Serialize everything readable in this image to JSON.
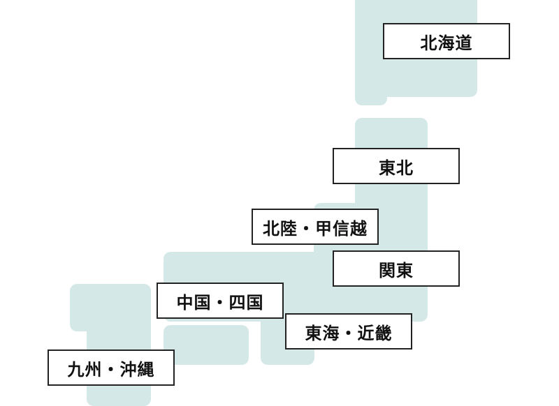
{
  "map": {
    "land_color": "#d5e8e8",
    "label_border_color": "#222222",
    "label_background": "#ffffff"
  },
  "regions": {
    "hokkaido": "北海道",
    "tohoku": "東北",
    "hokuriku_koshinetsu": "北陸・甲信越",
    "kanto": "関東",
    "chugoku_shikoku": "中国・四国",
    "tokai_kinki": "東海・近畿",
    "kyushu_okinawa": "九州・沖縄"
  }
}
